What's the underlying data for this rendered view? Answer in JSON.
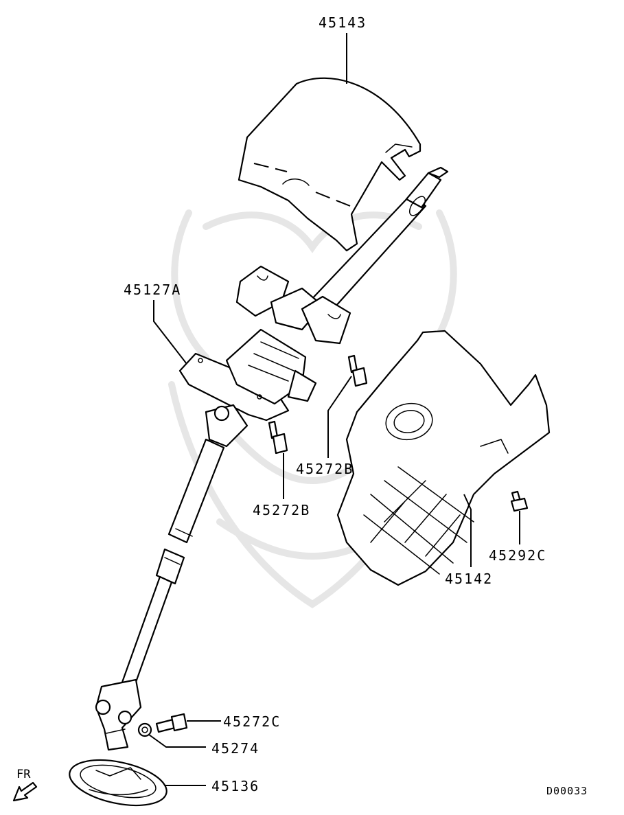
{
  "labels": {
    "upper_cover": "45143",
    "column_assembly": "45127A",
    "bolt_b_right": "45272B",
    "bolt_b_left": "45272B",
    "lower_cover": "45142",
    "screw_c": "45292C",
    "bolt_c": "45272C",
    "nut": "45274",
    "boot": "45136"
  },
  "direction_label": "FR",
  "diagram_code": "D00033",
  "colors": {
    "line": "#000000",
    "background": "#ffffff",
    "watermark": "#e6e6e6"
  }
}
